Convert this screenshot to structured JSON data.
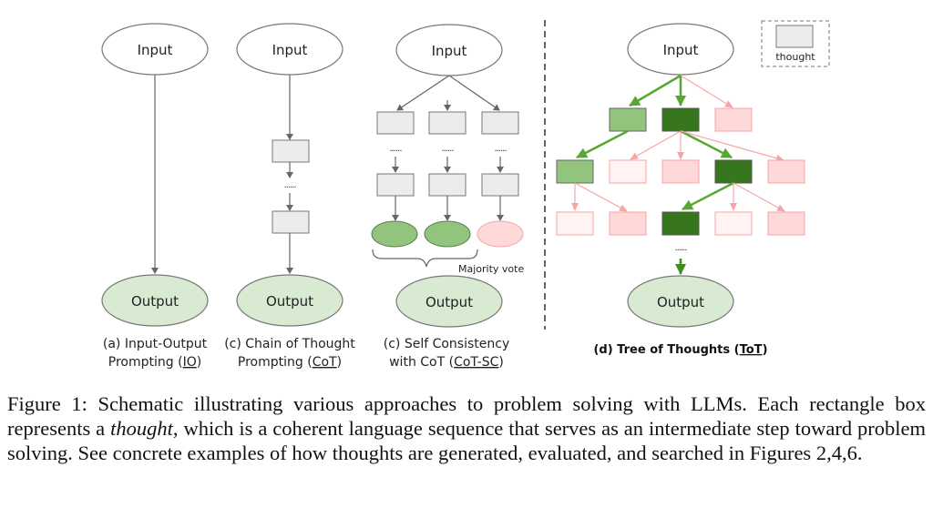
{
  "colors": {
    "gray_box_fill": "#ececec",
    "gray_stroke": "#777777",
    "output_fill": "#d9ead3",
    "green_light": "#93c47d",
    "green_dark": "#38761d",
    "green_edge": "#56a832",
    "pink_fill": "#ffd9d9",
    "pink_pale_fill": "#fff3f3",
    "pink_stroke": "#f4a6a6"
  },
  "nodes": {
    "input": "Input",
    "output": "Output",
    "dots": "......",
    "majority_vote": "Majority vote",
    "legend_thought": "thought"
  },
  "panels": {
    "io": {
      "label_line1": "(a) Input-Output",
      "label_line2_prefix": "Prompting (",
      "label_line2_abbr": "IO",
      "label_line2_suffix": ")"
    },
    "cot": {
      "label_line1": "(c) Chain of Thought",
      "label_line2_prefix": "Prompting (",
      "label_line2_abbr": "CoT",
      "label_line2_suffix": ")"
    },
    "cot_sc": {
      "label_line1": "(c) Self Consistency",
      "label_line2_prefix": "with CoT (",
      "label_line2_abbr": "CoT-SC",
      "label_line2_suffix": ")"
    },
    "tot": {
      "label_prefix": "(d) Tree of Thoughts (",
      "label_abbr": "ToT",
      "label_suffix": ")"
    }
  },
  "caption": {
    "part1": "Figure 1: Schematic illustrating various approaches to problem solving with LLMs. Each rectangle box represents a ",
    "italic": "thought",
    "part2": ", which is a coherent language sequence that serves as an intermediate step toward problem solving. See concrete examples of how thoughts are generated, evaluated, and searched in Figures 2,4,6."
  }
}
